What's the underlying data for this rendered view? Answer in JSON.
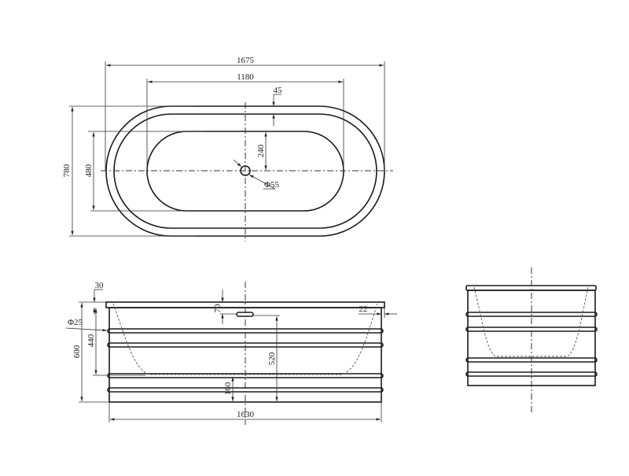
{
  "drawing": {
    "top_view": {
      "overall_length": "1675",
      "inner_length": "1180",
      "rim_width": "45",
      "drain_offset": "240",
      "overall_width": "780",
      "inner_width": "480",
      "drain_diameter": "Φ55"
    },
    "side_view": {
      "rim_thickness": "30",
      "overflow_offset": "70",
      "rim_overhang": "22",
      "rib_diameter": "Φ25",
      "inner_depth": "440",
      "overall_height": "600",
      "overflow_height": "520",
      "floor_height": "160",
      "base_length": "1630"
    },
    "end_view": {}
  }
}
